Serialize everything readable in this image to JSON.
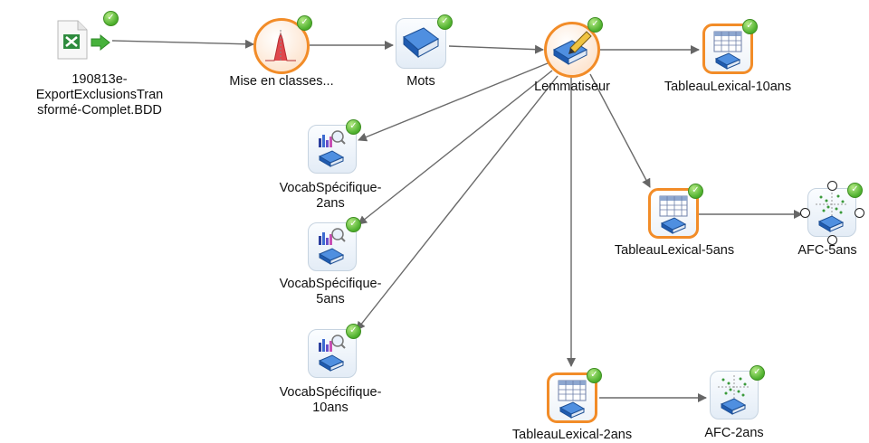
{
  "nodes": {
    "source_file": {
      "label": [
        "190813e-",
        "ExportExclusionsTran",
        "sformé-Complet.BDD"
      ],
      "icon": "spreadsheet-file-icon"
    },
    "mise_en_classes": {
      "label": "Mise en classes...",
      "icon": "distribution-chart-icon"
    },
    "mots": {
      "label": "Mots",
      "icon": "book-icon"
    },
    "lemmatiseur": {
      "label": "Lemmatiseur",
      "icon": "book-pencil-icon"
    },
    "tableau_10ans": {
      "label": "TableauLexical-10ans",
      "icon": "table-book-icon"
    },
    "vocab_2ans": {
      "label": [
        "VocabSpécifique-",
        "2ans"
      ],
      "icon": "bar-chart-magnifier-icon"
    },
    "vocab_5ans": {
      "label": [
        "VocabSpécifique-",
        "5ans"
      ],
      "icon": "bar-chart-magnifier-icon"
    },
    "vocab_10ans": {
      "label": [
        "VocabSpécifique-",
        "10ans"
      ],
      "icon": "bar-chart-magnifier-icon"
    },
    "tableau_5ans": {
      "label": "TableauLexical-5ans",
      "icon": "table-book-icon"
    },
    "afc_5ans": {
      "label": "AFC-5ans",
      "icon": "scatter-plot-icon"
    },
    "tableau_2ans": {
      "label": "TableauLexical-2ans",
      "icon": "table-book-icon"
    },
    "afc_2ans": {
      "label": "AFC-2ans",
      "icon": "scatter-plot-icon"
    }
  },
  "status": {
    "icon": "checkmark-icon",
    "color": "#4caf2c"
  },
  "colors": {
    "accent_border": "#f28c28",
    "arrow": "#666666",
    "book": "#2f6fc1"
  }
}
